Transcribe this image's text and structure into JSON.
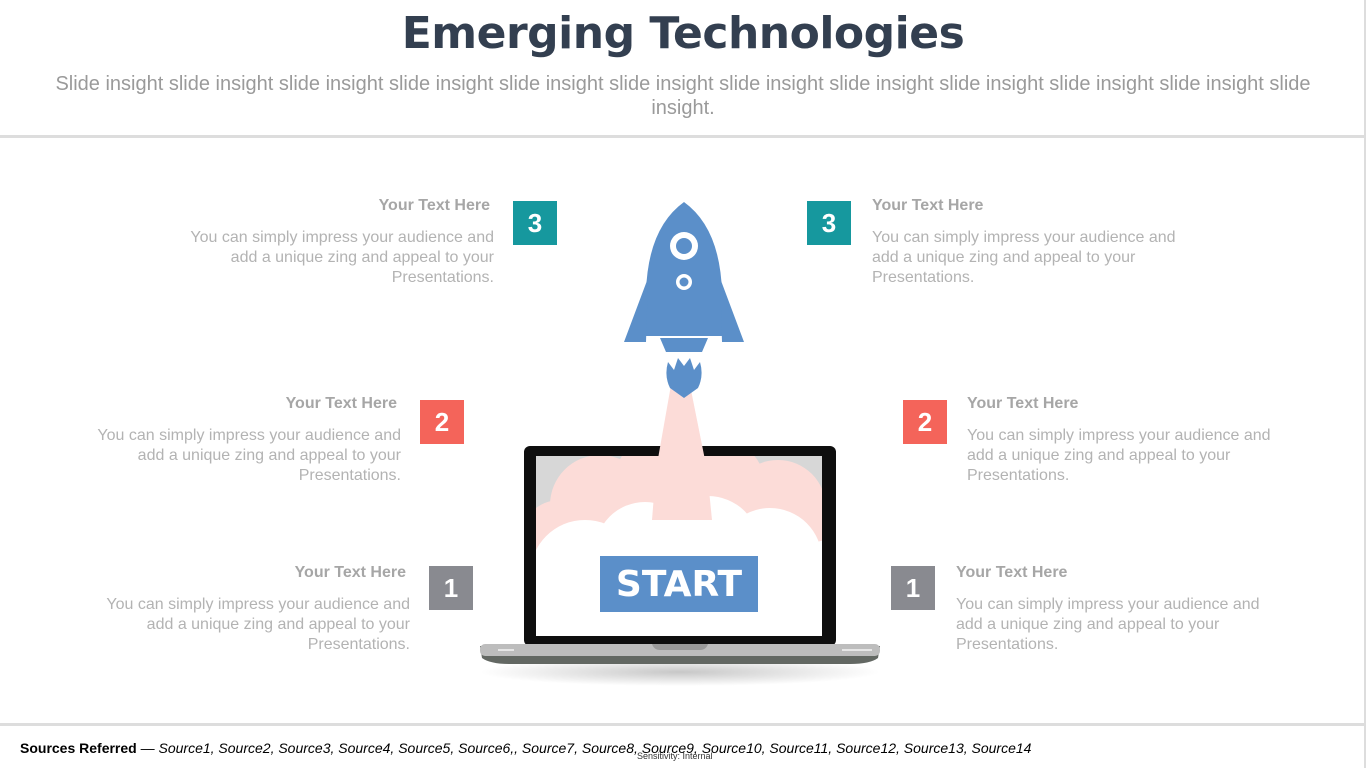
{
  "title": "Emerging Technologies",
  "subtitle": "Slide insight slide insight slide insight slide insight slide insight slide insight slide insight slide insight slide insight slide insight slide insight slide insight.",
  "items": {
    "left_3": {
      "number": "3",
      "heading": "Your Text Here",
      "body": "You can simply impress your audience and add a unique zing and appeal to your Presentations."
    },
    "right_3": {
      "number": "3",
      "heading": "Your Text Here",
      "body": "You can simply impress your audience and add a unique zing and appeal to your Presentations."
    },
    "left_2": {
      "number": "2",
      "heading": "Your Text Here",
      "body": "You can simply impress your audience and add a unique zing and appeal to your Presentations."
    },
    "right_2": {
      "number": "2",
      "heading": "Your Text Here",
      "body": "You can simply impress your audience and add a unique zing and appeal to your Presentations."
    },
    "left_1": {
      "number": "1",
      "heading": "Your Text Here",
      "body": "You can simply impress your audience and add a unique zing and appeal to your Presentations."
    },
    "right_1": {
      "number": "1",
      "heading": "Your Text Here",
      "body": "You can simply impress your audience and add a unique zing and appeal to your Presentations."
    }
  },
  "illustration": {
    "start_label": "START",
    "icon": "rocket-launch-from-laptop"
  },
  "sources": {
    "lead": "Sources Referred",
    "separator": " — ",
    "list": "Source1, Source2, Source3, Source4, Source5, Source6,, Source7, Source8, Source9, Source10, Source11, Source12, Source13, Source14"
  },
  "sensitivity": "Sensitivity: Internal",
  "colors": {
    "teal": "#16989e",
    "coral": "#f4645a",
    "grey": "#898a90",
    "rocket_blue": "#5b8fc9",
    "title": "#333f50"
  }
}
